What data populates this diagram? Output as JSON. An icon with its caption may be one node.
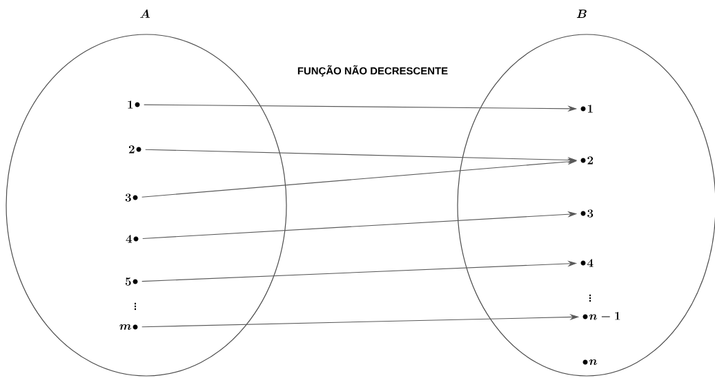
{
  "diagram": {
    "title": "FUNÇÃO NÃO DECRESCENTE",
    "nodes": [
      {
        "text": [
          "A"
        ]
      },
      {
        "text": [
          "B"
        ]
      },
      {
        "text": [
          "1"
        ],
        "in": 0
      },
      {
        "text": [
          "2"
        ],
        "in": 0
      },
      {
        "text": [
          "3"
        ],
        "in": 0
      },
      {
        "text": [
          "4"
        ],
        "in": 0
      },
      {
        "text": [
          "5"
        ],
        "in": 0
      },
      {
        "text": [
          "m"
        ],
        "in": 0
      },
      {
        "text": [
          "1"
        ],
        "in": 1
      },
      {
        "text": [
          "2"
        ],
        "in": 1
      },
      {
        "text": [
          "3"
        ],
        "in": 1
      },
      {
        "text": [
          "4"
        ],
        "in": 1
      },
      {
        "text": [
          "n-1"
        ],
        "in": 1
      },
      {
        "text": [
          "n"
        ],
        "in": 1
      }
    ],
    "edges": [
      {
        "from": 2,
        "to": 8,
        "arrow": "to"
      },
      {
        "from": 3,
        "to": 9,
        "arrow": "to"
      },
      {
        "from": 4,
        "to": 9,
        "arrow": "to"
      },
      {
        "from": 5,
        "to": 10,
        "arrow": "to"
      },
      {
        "from": 6,
        "to": 11,
        "arrow": "to"
      },
      {
        "from": 7,
        "to": 12,
        "arrow": "to"
      }
    ],
    "labels": [
      "\\vdots",
      "\\vdots"
    ]
  }
}
